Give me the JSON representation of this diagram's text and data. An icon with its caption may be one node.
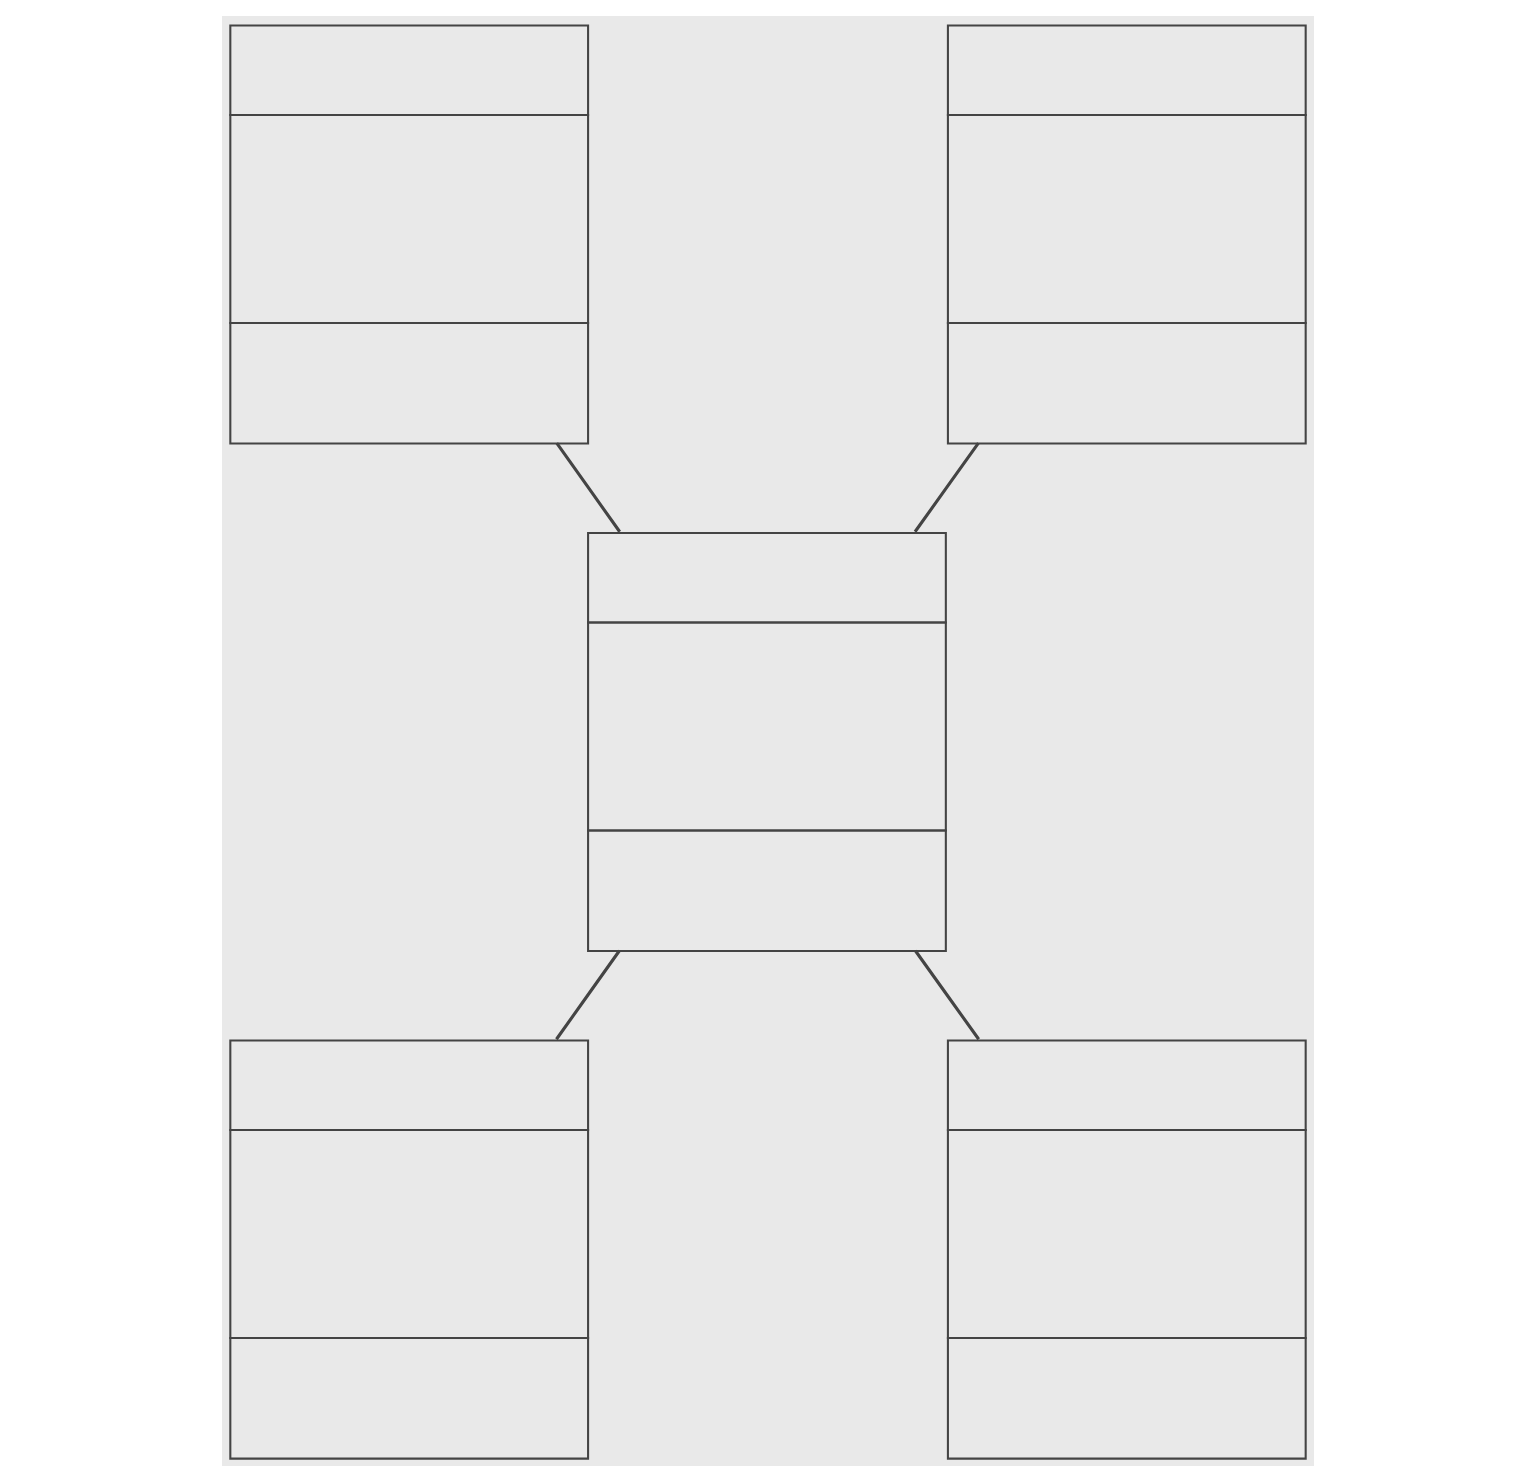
{
  "diagram": {
    "nodes": [
      {
        "text": [],
        "shape": "box"
      },
      {
        "text": [],
        "shape": "box"
      },
      {
        "text": [],
        "shape": "box"
      },
      {
        "text": [],
        "shape": "box"
      },
      {
        "text": [],
        "shape": "box"
      }
    ],
    "edges": [
      {
        "from": 0,
        "to": 2,
        "arrow": "none"
      },
      {
        "from": 1,
        "to": 2,
        "arrow": "none"
      },
      {
        "from": 2,
        "to": 3,
        "arrow": "none"
      },
      {
        "from": 2,
        "to": 4,
        "arrow": "none"
      }
    ]
  }
}
